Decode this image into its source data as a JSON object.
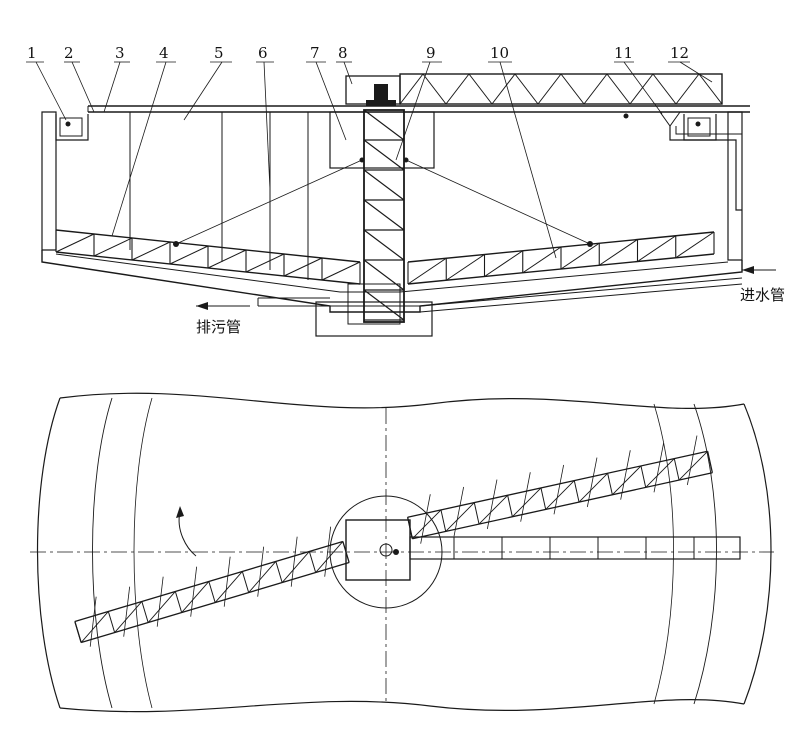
{
  "labels": [
    "1",
    "2",
    "3",
    "4",
    "5",
    "6",
    "7",
    "8",
    "9",
    "10",
    "11",
    "12"
  ],
  "captions": {
    "inlet": "进水管",
    "sludge": "排污管"
  },
  "colors": {
    "ink": "#1a1a1a",
    "concrete": "#c8c8c8",
    "paper": "#ffffff"
  }
}
